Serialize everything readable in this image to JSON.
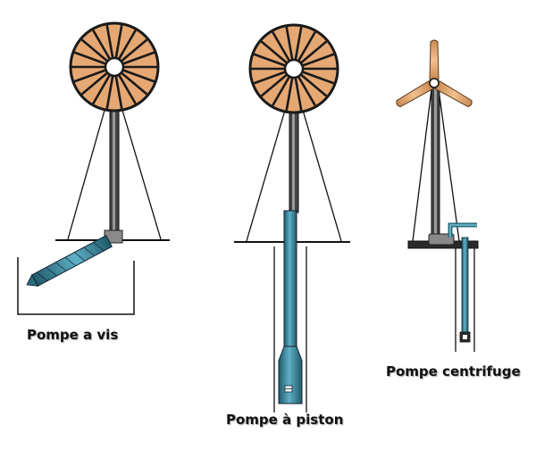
{
  "labels": {
    "screw_pump": "Pompe a vis",
    "piston_pump": "Pompe à piston",
    "centrifugal_pump": "Pompe centrifuge"
  },
  "colors": {
    "blade": "#e6a873",
    "rotor_outline": "#1a1a1a",
    "pipe": "#3f8fa6",
    "pipe_dark": "#1f5a6a",
    "line": "#111111",
    "gearbox": "#8a8a8a"
  },
  "icons": {
    "multiblade_rotor": "multiblade-windmill-rotor",
    "three_blade_rotor": "three-blade-wind-turbine-rotor"
  }
}
